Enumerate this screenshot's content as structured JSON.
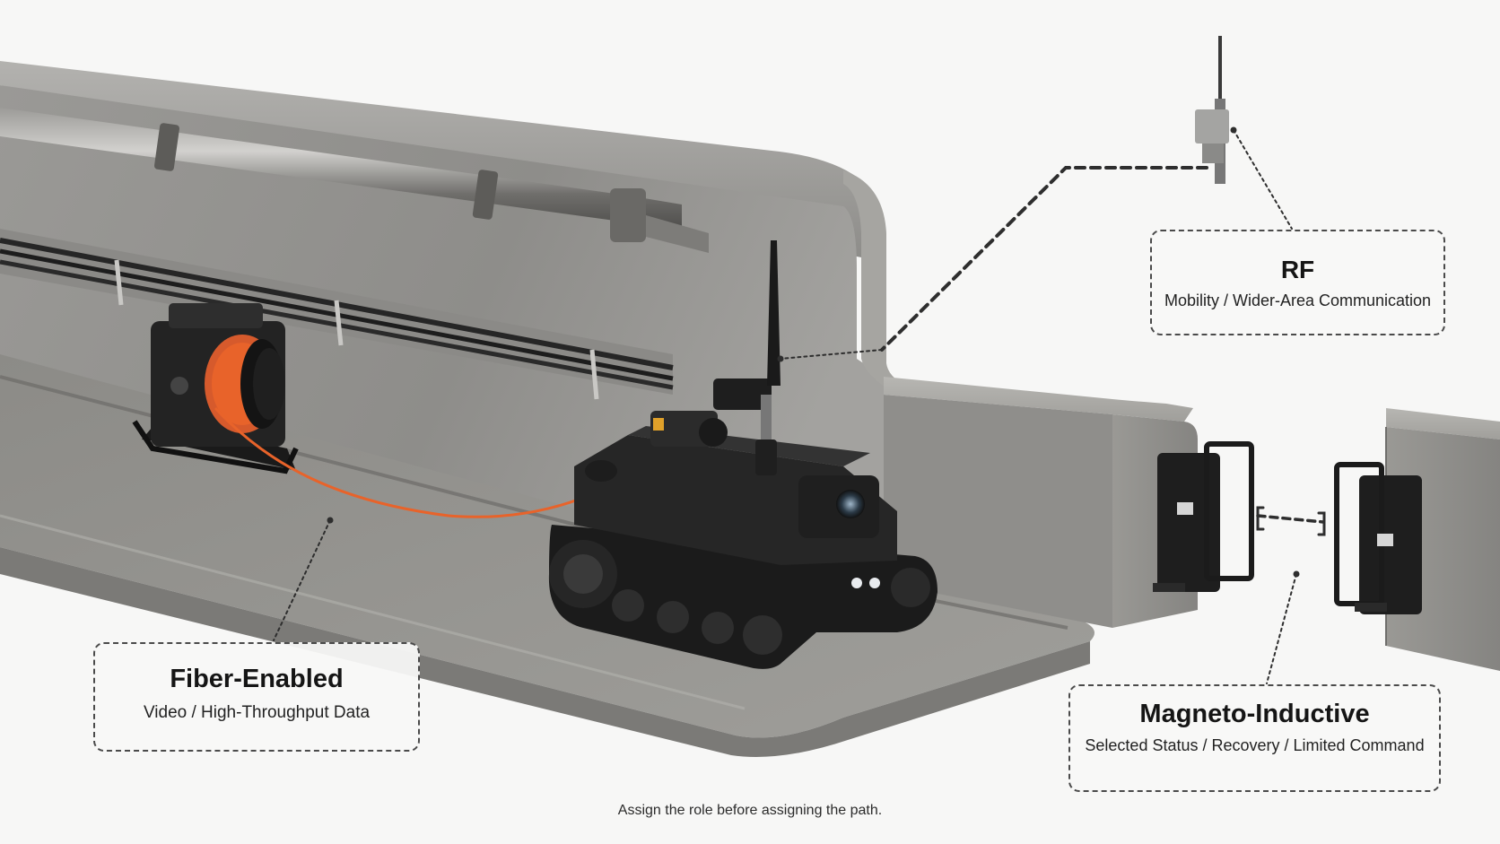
{
  "callouts": {
    "rf": {
      "title": "RF",
      "subtitle": "Mobility / Wider-Area Communication"
    },
    "fiber": {
      "title": "Fiber-Enabled",
      "subtitle": "Video / High-Throughput Data"
    },
    "magneto": {
      "title": "Magneto-Inductive",
      "subtitle": "Selected Status / Recovery / Limited Command"
    }
  },
  "caption": "Assign the role before assigning the path.",
  "colors": {
    "background": "#f7f7f6",
    "concrete": "#8a8a88",
    "fiber_cable": "#e8632a",
    "robot": "#1e1e1e",
    "callout_border": "#4a4a4a"
  },
  "icons": {
    "rf_node": "antenna-mast-icon",
    "fiber_reel": "cable-reel-icon",
    "robot": "tracked-robot-icon",
    "mi_transceiver": "magneto-inductive-transceiver-icon"
  }
}
